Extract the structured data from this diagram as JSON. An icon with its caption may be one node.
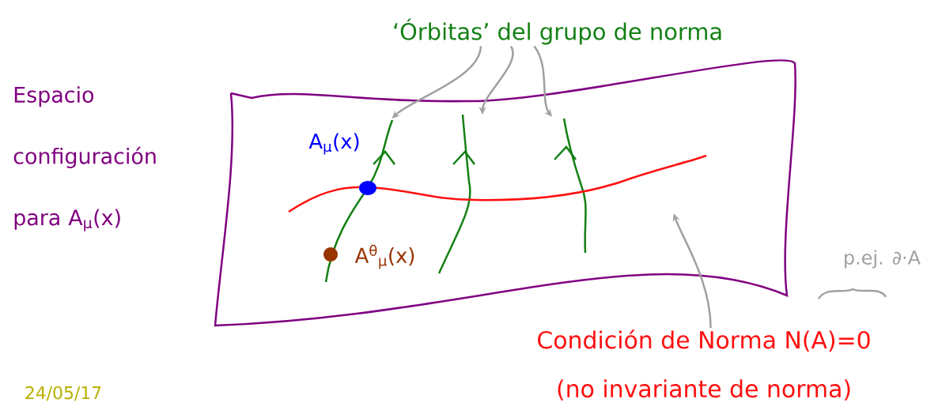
{
  "diagram": {
    "nodes": [
      {
        "text": [
          "‘Órbitas’ del grupo de norma"
        ]
      },
      {
        "text": [],
        "shape": "curve"
      },
      {
        "text": [],
        "shape": "curve"
      },
      {
        "text": [],
        "shape": "curve"
      },
      {
        "text": [],
        "shape": "curve"
      },
      {
        "text": [
          "Condición de Norma N(A)=0",
          "(no invariante de norma)"
        ]
      }
    ],
    "edges": [
      {
        "from": 0,
        "to": 1,
        "arrow": "to"
      },
      {
        "from": 0,
        "to": 2,
        "arrow": "to"
      },
      {
        "from": 0,
        "to": 3,
        "arrow": "to"
      },
      {
        "from": 5,
        "to": 4,
        "arrow": "to"
      }
    ],
    "labels": [
      "Espacio configuración para A$_{μ}$(x)",
      "A$_{μ}$(x)",
      "A$^{θ}$$_{μ}$(x)",
      "p.ej. ∂·A",
      "24/05/17"
    ]
  }
}
